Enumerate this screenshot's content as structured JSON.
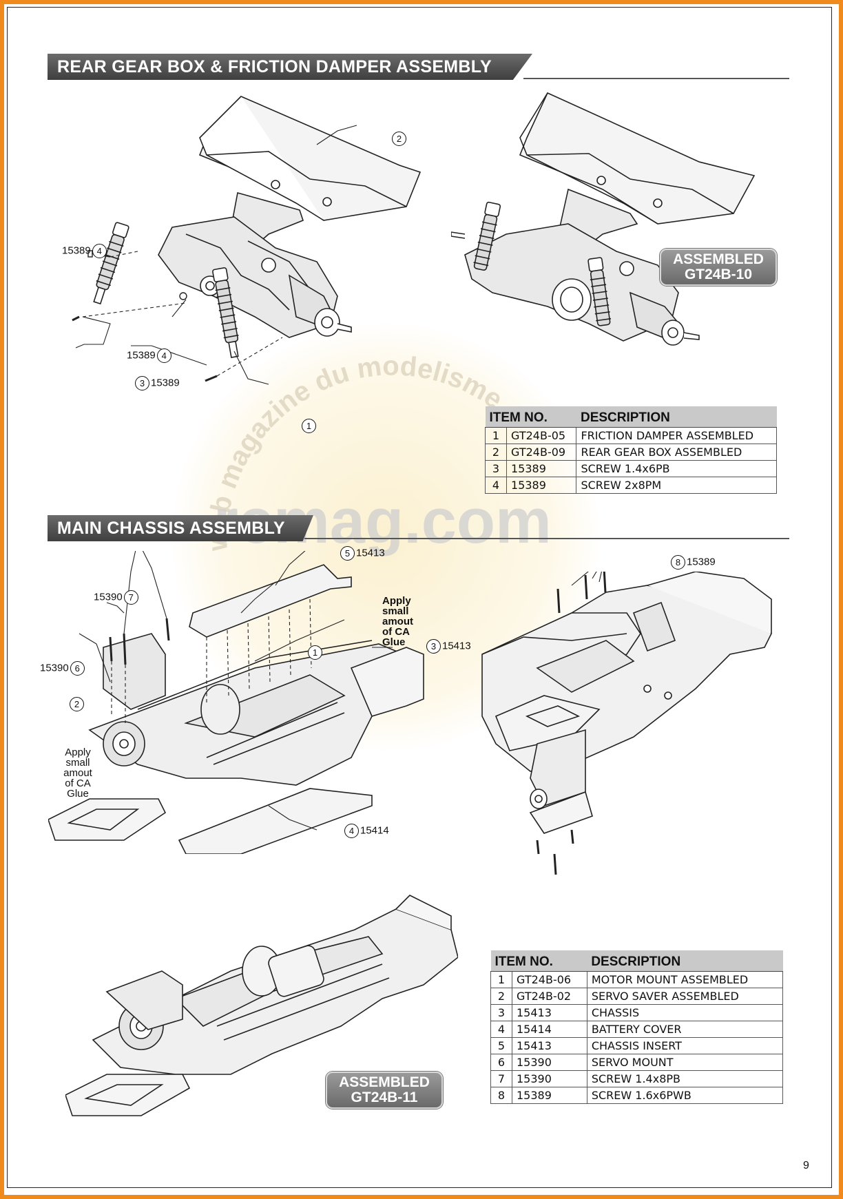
{
  "section1": {
    "title": "REAR GEAR BOX & FRICTION DAMPER ASSEMBLY",
    "callouts": {
      "c2": "2",
      "c4a_part": "15389",
      "c4a_num": "4",
      "c4b_part": "15389",
      "c4b_num": "4",
      "c3_num": "3",
      "c3_part": "15389",
      "c1": "1"
    },
    "assembled_badge": [
      "ASSEMBLED",
      "GT24B-10"
    ],
    "table": {
      "headers": [
        "ITEM NO.",
        "DESCRIPTION"
      ],
      "rows": [
        [
          "1",
          "GT24B-05",
          "FRICTION DAMPER ASSEMBLED"
        ],
        [
          "2",
          "GT24B-09",
          "REAR GEAR BOX ASSEMBLED"
        ],
        [
          "3",
          "15389",
          "SCREW 1.4x6PB"
        ],
        [
          "4",
          "15389",
          "SCREW 2x8PM"
        ]
      ]
    }
  },
  "section2": {
    "title": "MAIN CHASSIS ASSEMBLY",
    "callouts": {
      "c5_num": "5",
      "c5_part": "15413",
      "c7_part": "15390",
      "c7_num": "7",
      "c6_part": "15390",
      "c6_num": "6",
      "c2": "2",
      "c1": "1",
      "c3_num": "3",
      "c3_part": "15413",
      "c4_num": "4",
      "c4_part": "15414",
      "c8_num": "8",
      "c8_part": "15389"
    },
    "glue_note_right": [
      "Apply",
      "small",
      "amout",
      "of CA",
      "Glue"
    ],
    "glue_note_left": [
      "Apply",
      "small",
      "amout",
      "of CA",
      "Glue"
    ],
    "assembled_badge": [
      "ASSEMBLED",
      "GT24B-11"
    ],
    "table": {
      "headers": [
        "ITEM NO.",
        "DESCRIPTION"
      ],
      "rows": [
        [
          "1",
          "GT24B-06",
          "MOTOR MOUNT ASSEMBLED"
        ],
        [
          "2",
          "GT24B-02",
          "SERVO SAVER ASSEMBLED"
        ],
        [
          "3",
          "15413",
          "CHASSIS"
        ],
        [
          "4",
          "15414",
          "BATTERY COVER"
        ],
        [
          "5",
          "15413",
          "CHASSIS INSERT"
        ],
        [
          "6",
          "15390",
          "SERVO MOUNT"
        ],
        [
          "7",
          "15390",
          "SCREW 1.4x8PB"
        ],
        [
          "8",
          "15389",
          "SCREW 1.6x6PWB"
        ]
      ]
    }
  },
  "watermark": {
    "line1": "web magazine du modelisme",
    "line2": "rcmag.com"
  },
  "page_number": "9",
  "colors": {
    "frame": "#f08a1c",
    "title_bar": "#4f4f4f",
    "table_header": "#c9c9c9"
  }
}
